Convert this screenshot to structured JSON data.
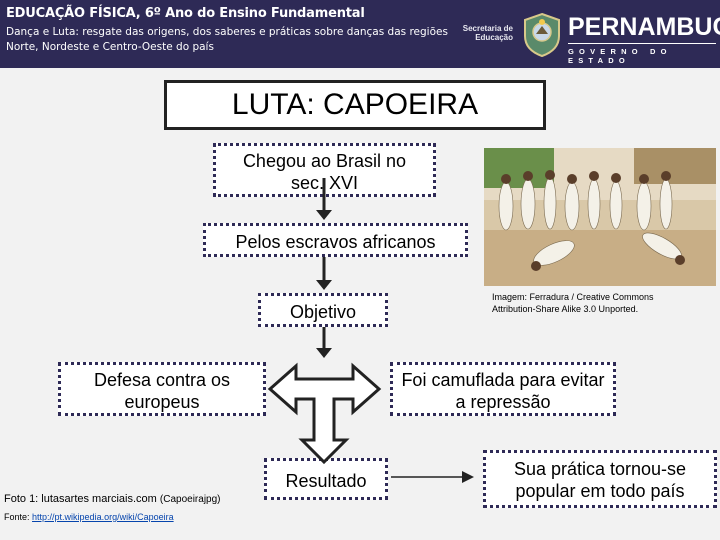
{
  "header": {
    "title": "EDUCAÇÃO FÍSICA, 6º Ano do Ensino Fundamental",
    "subtitle": "Dança e Luta: resgate das origens, dos saberes e  práticas sobre danças das regiões Norte, Nordeste e Centro-Oeste do país",
    "secretaria_line1": "Secretaria de",
    "secretaria_line2": "Educação",
    "brand": "PERNAMBUCO",
    "brand_sub": "GOVERNO DO ESTADO"
  },
  "main_title": "LUTA: CAPOEIRA",
  "flow": {
    "chegou": "Chegou ao Brasil no sec. XVI",
    "escravos": "Pelos escravos africanos",
    "objetivo": "Objetivo",
    "defesa": "Defesa contra os europeus",
    "camuflada": "Foi camuflada para evitar a repressão",
    "resultado": "Resultado",
    "popular": "Sua prática tornou-se popular em todo país"
  },
  "image_caption": "Imagem: Ferradura / Creative Commons Attribution-Share Alike 3.0 Unported.",
  "photo_label": "Foto 1: lutasartes marciais.com",
  "photo_file": "(Capoeirajpg)",
  "source_label": "Fonte:",
  "source_link": "http://pt.wikipedia.org/wiki/Capoeira",
  "colors": {
    "header_bg": "#2e2a56",
    "box_border": "#2e2a56",
    "arrow": "#222222",
    "link": "#0645ad"
  }
}
